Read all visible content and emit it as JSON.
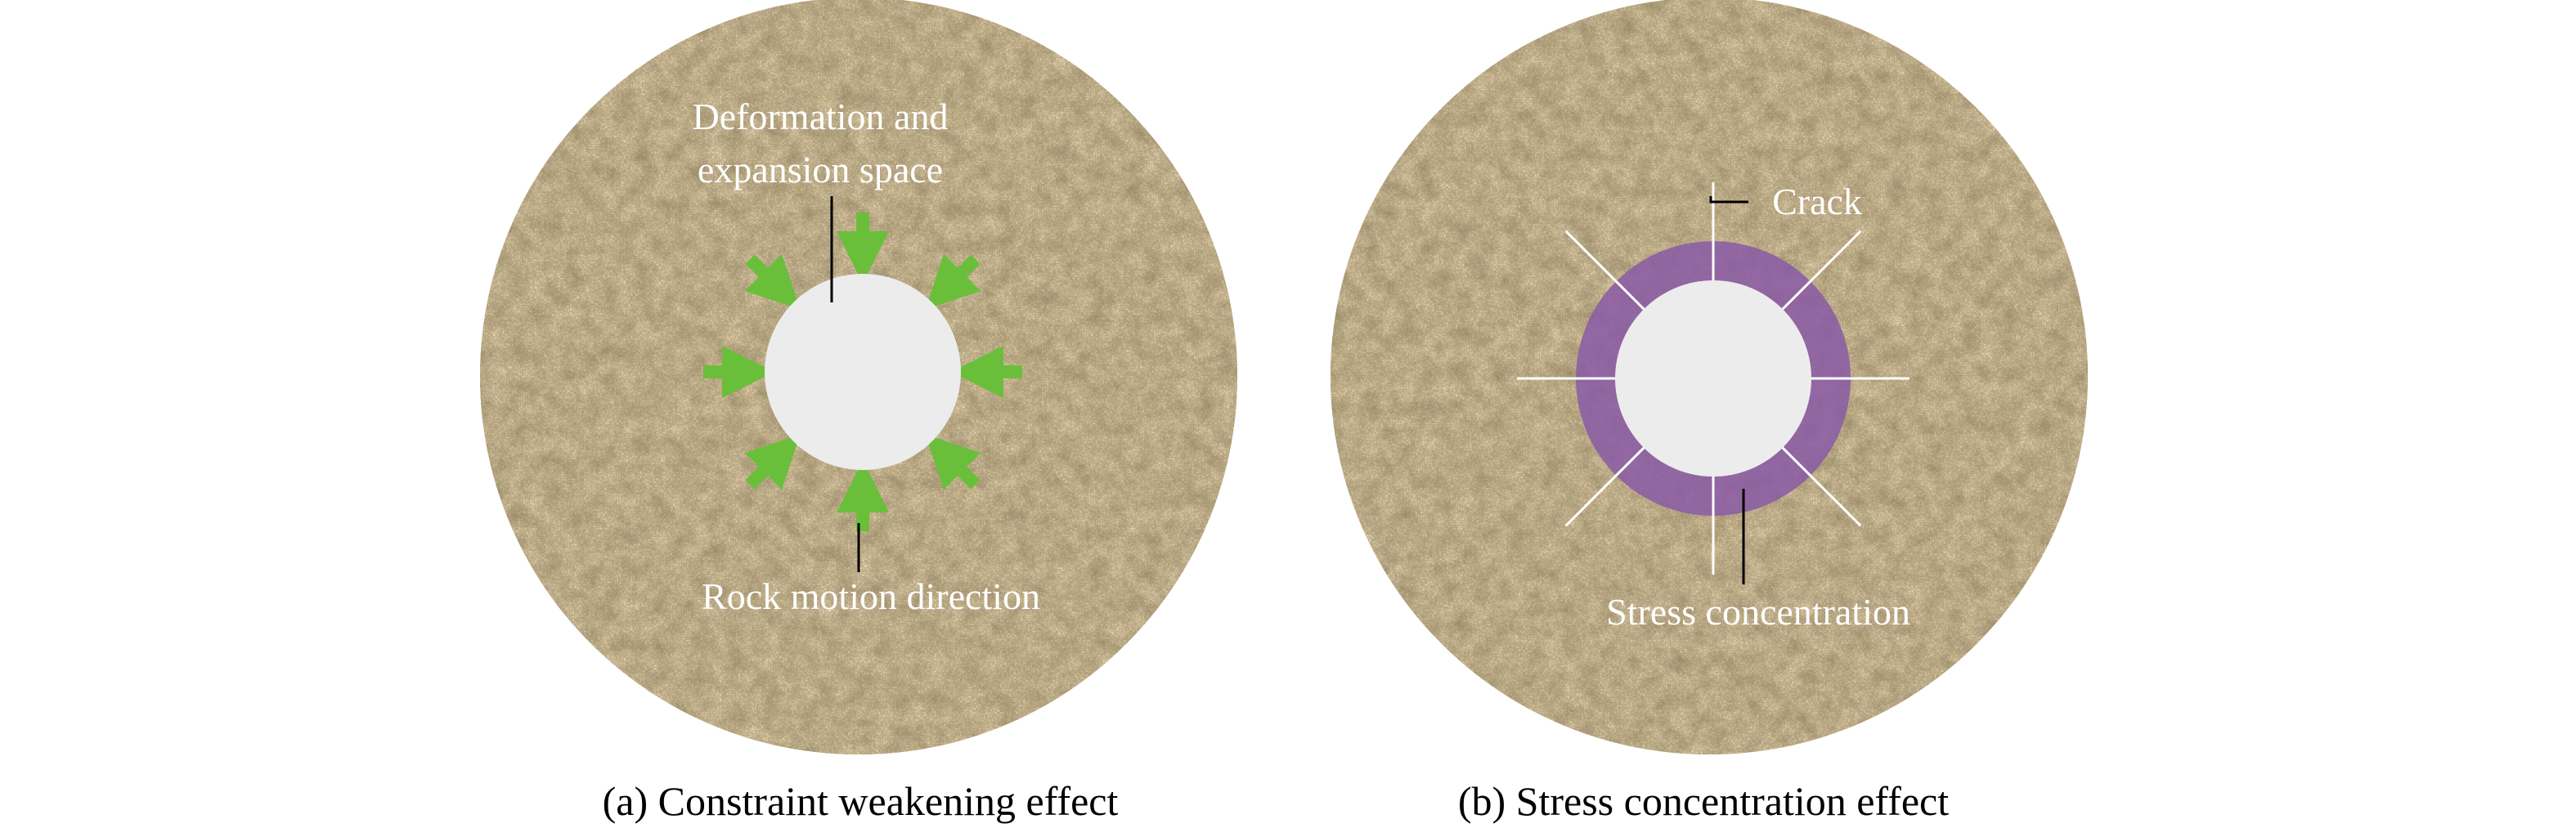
{
  "panels": [
    {
      "id": "a",
      "caption": "(a) Constraint weakening effect",
      "label_top_line1": "Deformation and",
      "label_top_line2": "expansion space",
      "label_bottom": "Rock motion direction",
      "arrow_icon": "green-arrow-icon",
      "arrow_count": 8
    },
    {
      "id": "b",
      "caption": "(b) Stress concentration effect",
      "label_crack": "Crack",
      "label_stress": "Stress concentration",
      "crack_count": 8
    }
  ],
  "colors": {
    "rock_base": "#a68e63",
    "hole": "#ececec",
    "arrow": "#6abf3a",
    "stress_zone": "#8a5aa6",
    "label_text": "#ffffff",
    "caption_text": "#000000"
  }
}
